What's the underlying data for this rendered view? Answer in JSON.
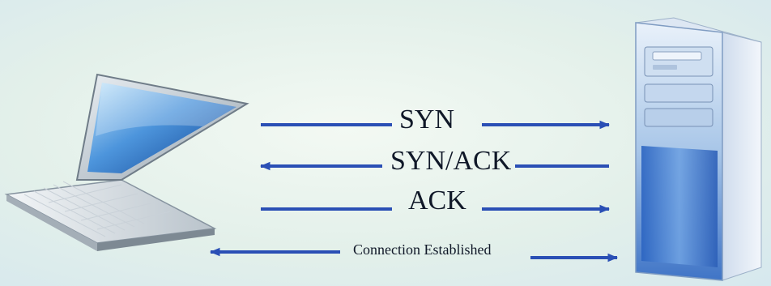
{
  "diagram": {
    "messages": [
      {
        "id": "syn",
        "label": "SYN",
        "direction": "client-to-server"
      },
      {
        "id": "syn-ack",
        "label": "SYN/ACK",
        "direction": "server-to-client"
      },
      {
        "id": "ack",
        "label": "ACK",
        "direction": "client-to-server"
      },
      {
        "id": "established",
        "label": "Connection Established",
        "direction": "bidirectional"
      }
    ],
    "nodes": [
      {
        "id": "client",
        "icon": "laptop-icon"
      },
      {
        "id": "server",
        "icon": "server-tower-icon"
      }
    ],
    "colors": {
      "arrow": "#2a4fb5",
      "text": "#101828"
    }
  }
}
